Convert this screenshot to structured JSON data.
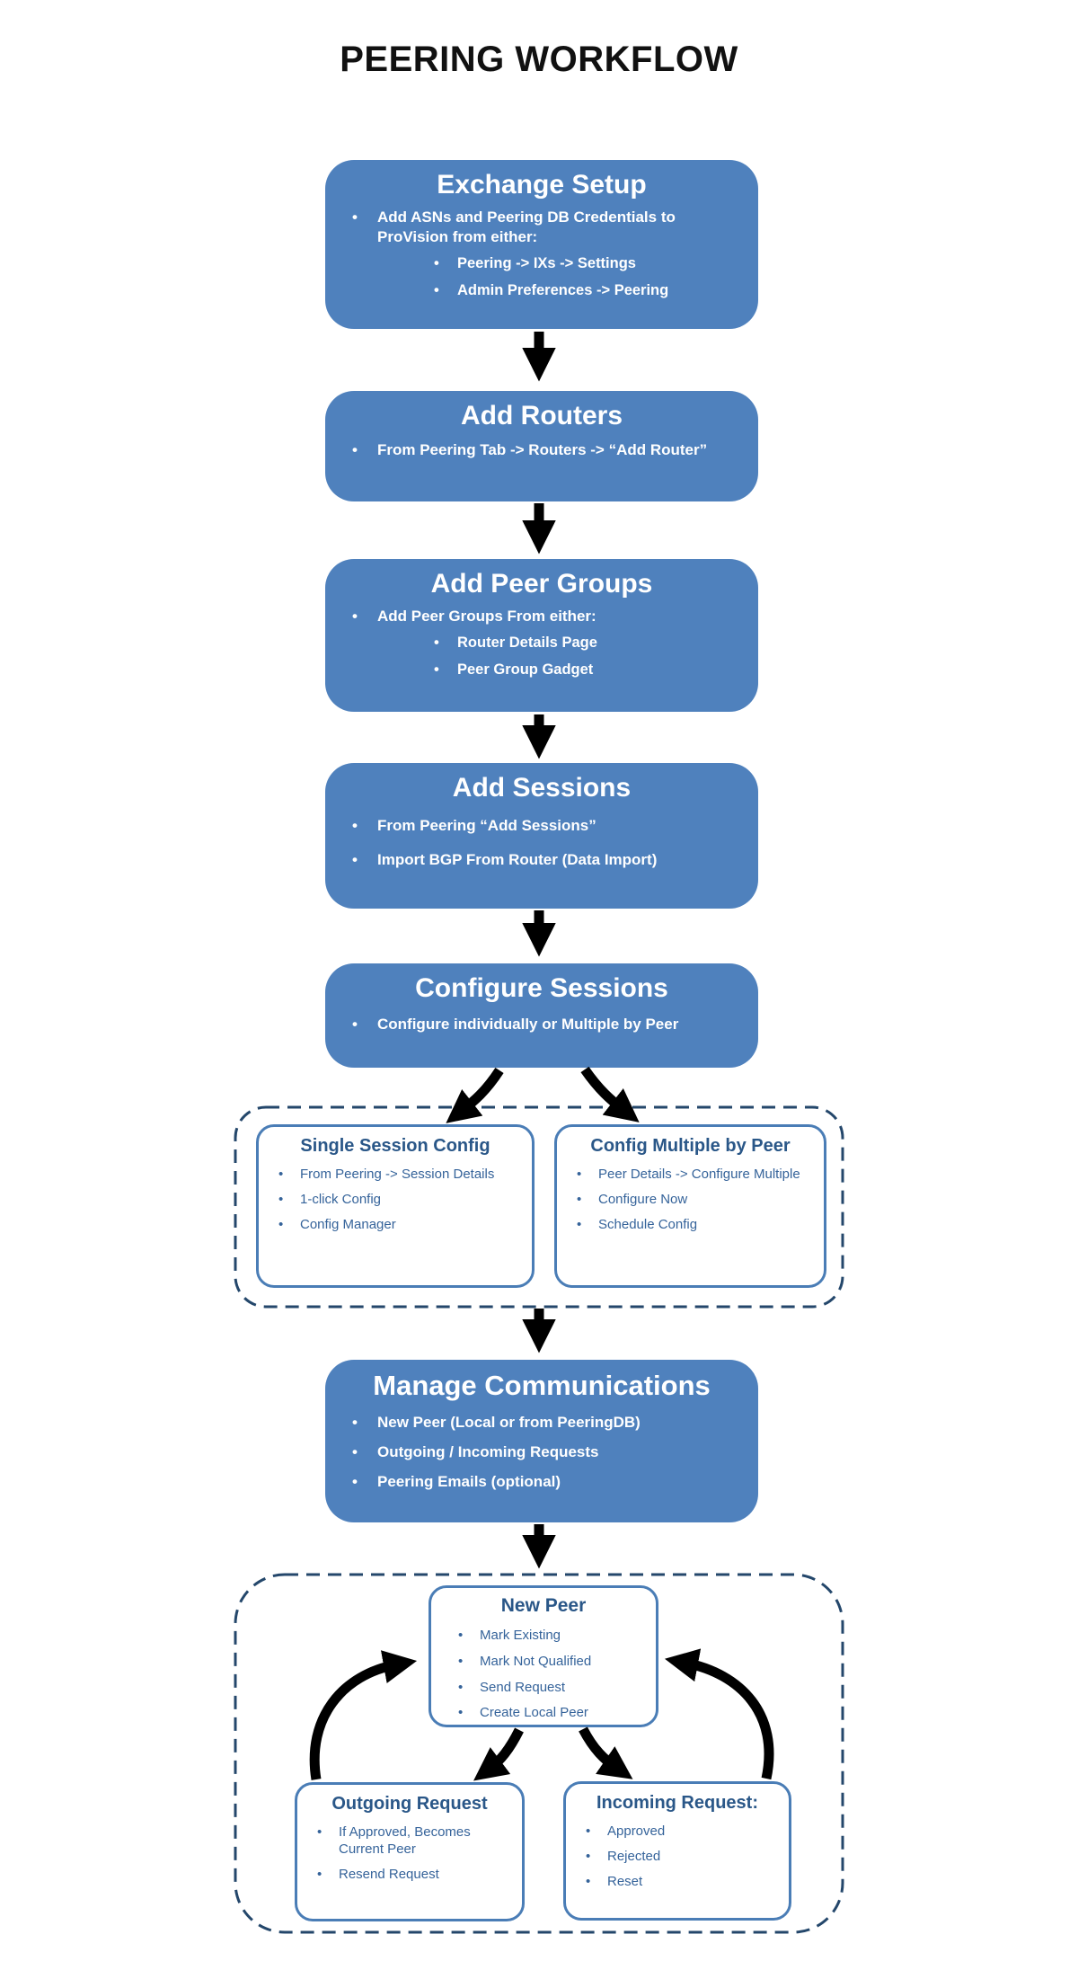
{
  "page_title": "PEERING WORKFLOW",
  "colors": {
    "box_fill": "#4f81bd",
    "box_text": "#ffffff",
    "outline_box_border": "#4a7db6",
    "outline_heading_text": "#2a5788",
    "outline_body_text": "#35639a",
    "dashed_border": "#24476b",
    "arrow": "#000000"
  },
  "flow": {
    "exchange_setup": {
      "title": "Exchange Setup",
      "bullet": "Add ASNs and Peering DB Credentials to ProVision from either:",
      "sub_bullets": [
        "Peering -> IXs -> Settings",
        "Admin Preferences -> Peering"
      ]
    },
    "add_routers": {
      "title": "Add Routers",
      "bullets": [
        "From Peering Tab -> Routers -> “Add Router”"
      ]
    },
    "add_peer_groups": {
      "title": "Add Peer Groups",
      "bullet": "Add Peer Groups From either:",
      "sub_bullets": [
        "Router Details Page",
        "Peer Group Gadget"
      ]
    },
    "add_sessions": {
      "title": "Add Sessions",
      "bullets": [
        "From  Peering “Add Sessions”",
        "Import BGP From Router (Data Import)"
      ]
    },
    "configure_sessions": {
      "title": "Configure Sessions",
      "bullets": [
        "Configure individually or Multiple by Peer"
      ]
    },
    "manage_communications": {
      "title": "Manage Communications",
      "bullets": [
        "New Peer (Local or from PeeringDB)",
        "Outgoing / Incoming Requests",
        "Peering Emails (optional)"
      ]
    }
  },
  "config_group": {
    "single_session": {
      "title": "Single Session Config",
      "bullets": [
        "From Peering -> Session Details",
        "1-click Config",
        "Config Manager"
      ]
    },
    "config_multiple": {
      "title": "Config Multiple by Peer",
      "bullets": [
        "Peer Details -> Configure Multiple",
        "Configure Now",
        "Schedule Config"
      ]
    }
  },
  "request_group": {
    "new_peer": {
      "title": "New Peer",
      "bullets": [
        "Mark Existing",
        "Mark Not Qualified",
        "Send Request",
        "Create Local Peer"
      ]
    },
    "outgoing_request": {
      "title": "Outgoing Request",
      "bullets": [
        "If Approved, Becomes Current Peer",
        "Resend Request"
      ]
    },
    "incoming_request": {
      "title": "Incoming Request:",
      "bullets": [
        "Approved",
        "Rejected",
        "Reset"
      ]
    }
  }
}
